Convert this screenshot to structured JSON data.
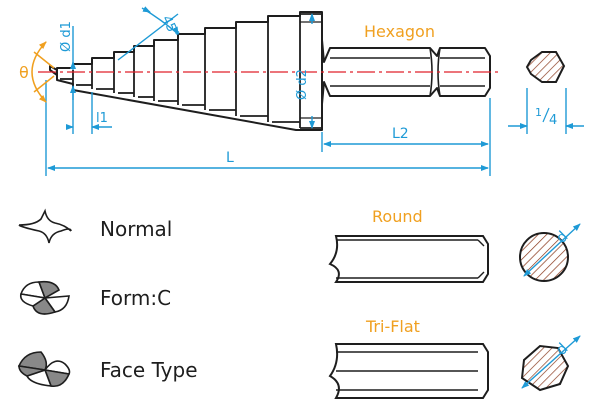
{
  "colors": {
    "line": "#1e1e1e",
    "dimension": "#1e9ad6",
    "highlight": "#f0a020",
    "centerline": "#e0202a",
    "hatch": "#8b3a1e",
    "flute_fill": "#888888"
  },
  "drill": {
    "angle_label": "θ",
    "step_angle": "45°",
    "d1_label": "Ø d1",
    "d2_label": "Ø d2",
    "l1_label": "l1",
    "l2_label": "L2",
    "l_label": "L"
  },
  "shank_types": {
    "hexagon": {
      "title": "Hexagon",
      "size_label": "1/4",
      "size_num": "1",
      "size_den": "4"
    },
    "round": {
      "title": "Round",
      "d_label": "d"
    },
    "tri_flat": {
      "title": "Tri-Flat",
      "d_label": "d"
    }
  },
  "flute_types": [
    {
      "label": "Normal",
      "icon": "normal-flute-icon"
    },
    {
      "label": "Form:C",
      "icon": "form-c-flute-icon"
    },
    {
      "label": "Face Type",
      "icon": "face-type-flute-icon"
    }
  ]
}
